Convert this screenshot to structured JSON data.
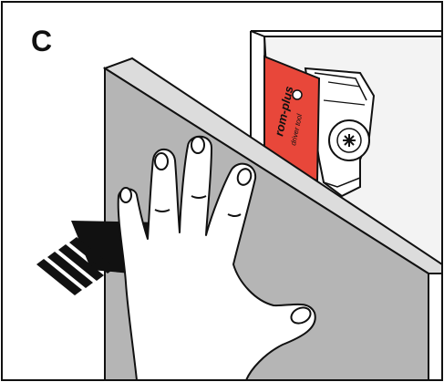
{
  "step": {
    "letter": "C"
  },
  "tool": {
    "brand": "rom-plus",
    "subtitle": "driver tool",
    "color": "#e8473a"
  },
  "colors": {
    "panel": "#b5b5b5",
    "panel_top": "#d6d6d6",
    "cabinet_side": "#f4f4f4",
    "outline": "#111111",
    "skin": "#ffffff",
    "arrow": "#111111"
  },
  "icons": {
    "push_arrow": "arrow-right-icon",
    "hand": "hand-icon",
    "hinge": "hinge-icon",
    "screw": "screw-icon"
  }
}
